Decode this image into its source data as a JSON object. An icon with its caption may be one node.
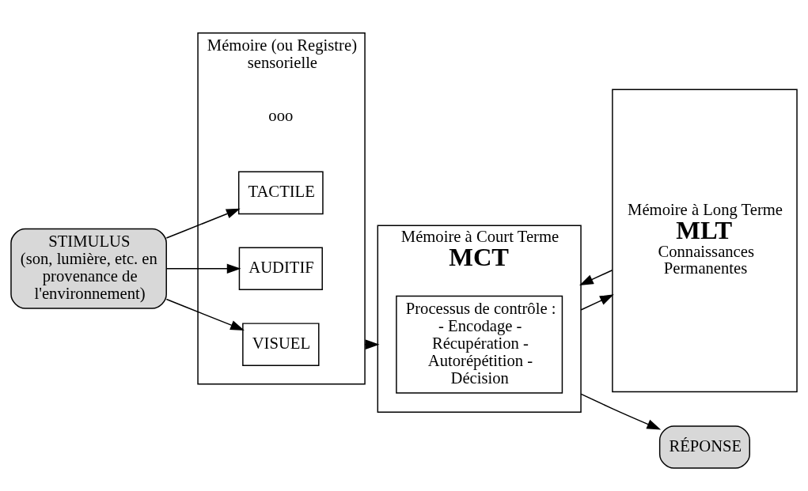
{
  "diagram": {
    "nodes": [
      {
        "text": [
          "STIMULUS",
          "(son, lumière, etc. en provenance de l'environnement)"
        ]
      },
      {
        "text": [
          "Mémoire (ou Registre) sensorielle"
        ]
      },
      {
        "text": [
          "VISUEL"
        ],
        "in": 1
      },
      {
        "text": [
          "AUDITIF"
        ],
        "in": 1
      },
      {
        "text": [
          "TACTILE"
        ],
        "in": 1
      },
      {
        "text": [
          "Mémoire à Court Terme",
          "MCT"
        ]
      },
      {
        "text": [
          "Processus de contrôle :",
          "- Encodage - Récupération - Autorépétition - Décision"
        ],
        "in": 5
      },
      {
        "text": [
          "Mémoire à Long Terme",
          "MLT",
          "Connaissances Permanentes"
        ]
      },
      {
        "text": [
          "RÉPONSE"
        ]
      }
    ],
    "edges": [
      {
        "from": 0,
        "to": 2,
        "arrow": "to"
      },
      {
        "from": 0,
        "to": 3,
        "arrow": "to"
      },
      {
        "from": 0,
        "to": 4,
        "arrow": "to"
      },
      {
        "from": 1,
        "to": 5,
        "arrow": "to"
      },
      {
        "from": 5,
        "to": 7,
        "arrow": "to"
      },
      {
        "from": 7,
        "to": 5,
        "arrow": "to"
      },
      {
        "from": 5,
        "to": 8,
        "arrow": "to"
      }
    ],
    "labels": [
      "ooo"
    ]
  }
}
